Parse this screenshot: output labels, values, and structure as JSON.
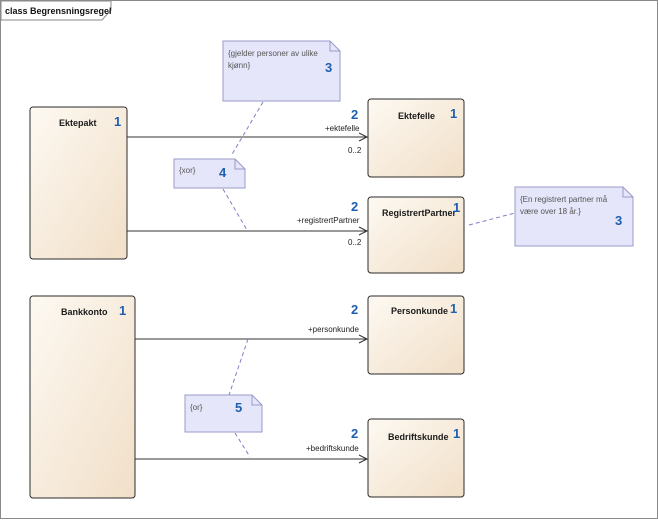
{
  "frame_title": "class Begrensningsregel",
  "colors": {
    "class_fill_left": "#fbf5ec",
    "class_fill_right": "#f3e2cd",
    "class_border": "#2b2b2b",
    "note_fill": "#e6e6fa",
    "note_border": "#9a9ac8",
    "number_color": "#1f5fb0",
    "dashed_line": "#7f7fc8"
  },
  "classes": {
    "ektepakt": {
      "name": "Ektepakt",
      "num": "1"
    },
    "ektefelle": {
      "name": "Ektefelle",
      "num": "1"
    },
    "registrert_partner": {
      "name": "RegistrertPartner",
      "num": "1"
    },
    "bankkonto": {
      "name": "Bankkonto",
      "num": "1"
    },
    "personkunde": {
      "name": "Personkunde",
      "num": "1"
    },
    "bedriftskunde": {
      "name": "Bedriftskunde",
      "num": "1"
    }
  },
  "associations": {
    "ektefelle": {
      "role": "+ektefelle",
      "multiplicity": "0..2",
      "num": "2"
    },
    "registrert_partner": {
      "role": "+registrertPartner",
      "multiplicity": "0..2",
      "num": "2"
    },
    "personkunde": {
      "role": "+personkunde",
      "num": "2"
    },
    "bedriftskunde": {
      "role": "+bedriftskunde",
      "num": "2"
    }
  },
  "notes": {
    "kjonn": {
      "line1": "{gjelder personer av ulike",
      "line2": "kjønn}",
      "num": "3"
    },
    "alder": {
      "line1": "{En registrert partner må",
      "line2": "være over 18 år.}",
      "num": "3"
    },
    "xor": {
      "text": "{xor}",
      "num": "4"
    },
    "or": {
      "text": "{or}",
      "num": "5"
    }
  }
}
